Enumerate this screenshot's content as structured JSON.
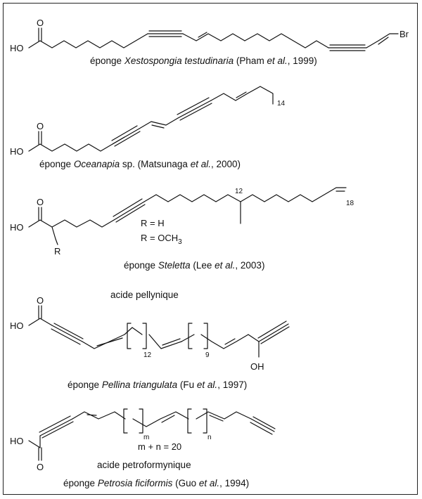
{
  "atoms": {
    "ho": "HO",
    "o": "O",
    "br": "Br",
    "r": "R",
    "oh": "OH"
  },
  "locants": {
    "c14": "14",
    "c12": "12",
    "c18": "18",
    "n12": "12",
    "n9": "9",
    "m": "m",
    "n": "n"
  },
  "substituents": {
    "r_h": "R = H",
    "r_och3_main": "R = OCH",
    "r_och3_sub": "3"
  },
  "equation": "m + n = 20",
  "compound_names": {
    "pellynique": "acide pellynique",
    "petroformynique": "acide petroformynique"
  },
  "captions": [
    {
      "pre": "éponge ",
      "species": "Xestospongia testudinaria",
      "mid": " (Pham ",
      "etal": "et al.",
      "post": ", 1999)"
    },
    {
      "pre": "éponge ",
      "species": "Oceanapia",
      "mid": " sp. (Matsunaga ",
      "etal": "et al.",
      "post": ", 2000)"
    },
    {
      "pre": "éponge ",
      "species": "Steletta",
      "mid": " (Lee ",
      "etal": "et al.",
      "post": ", 2003)"
    },
    {
      "pre": "éponge ",
      "species": "Pellina triangulata",
      "mid": "  (Fu ",
      "etal": "et al.",
      "post": ", 1997)"
    },
    {
      "pre": "éponge ",
      "species": "Petrosia ficiformis",
      "mid": "  (Guo ",
      "etal": "et al.",
      "post": ", 1994)"
    }
  ]
}
